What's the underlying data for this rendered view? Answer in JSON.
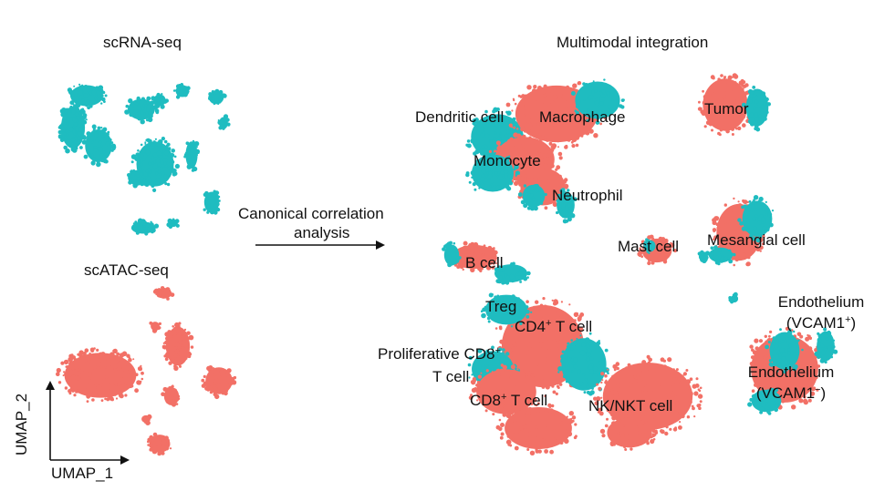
{
  "colors": {
    "rna": "#1fbcc0",
    "atac": "#f27066",
    "ink": "#111111"
  },
  "titles": {
    "rna": "scRNA-seq",
    "atac": "scATAC-seq",
    "integration": "Multimodal integration"
  },
  "method": {
    "line1": "Canonical correlation",
    "line2": "analysis"
  },
  "axes": {
    "x": "UMAP_1",
    "y": "UMAP_2"
  },
  "clusters": {
    "dendritic": "Dendritic cell",
    "macrophage": "Macrophage",
    "tumor": "Tumor",
    "monocyte": "Monocyte",
    "neutrophil": "Neutrophil",
    "mast": "Mast cell",
    "mesangial": "Mesangial cell",
    "bcell": "B cell",
    "treg": "Treg",
    "cd4_a": "CD4",
    "cd4_sup": "+",
    "cd4_b": " T cell",
    "prolif_a": "Proliferative CD8",
    "prolif_sup": "+",
    "prolif_b": "T cell",
    "cd8_a": "CD8",
    "cd8_sup": "+",
    "cd8_b": " T cell",
    "nk": "NK/NKT cell",
    "endo1_a": "Endothelium",
    "endo1_b": "(VCAM1",
    "endo1_sup": "+",
    "endo1_c": ")",
    "endo2_a": "Endothelium",
    "endo2_b": "(VCAM1",
    "endo2_sup": "−",
    "endo2_c": ")"
  }
}
